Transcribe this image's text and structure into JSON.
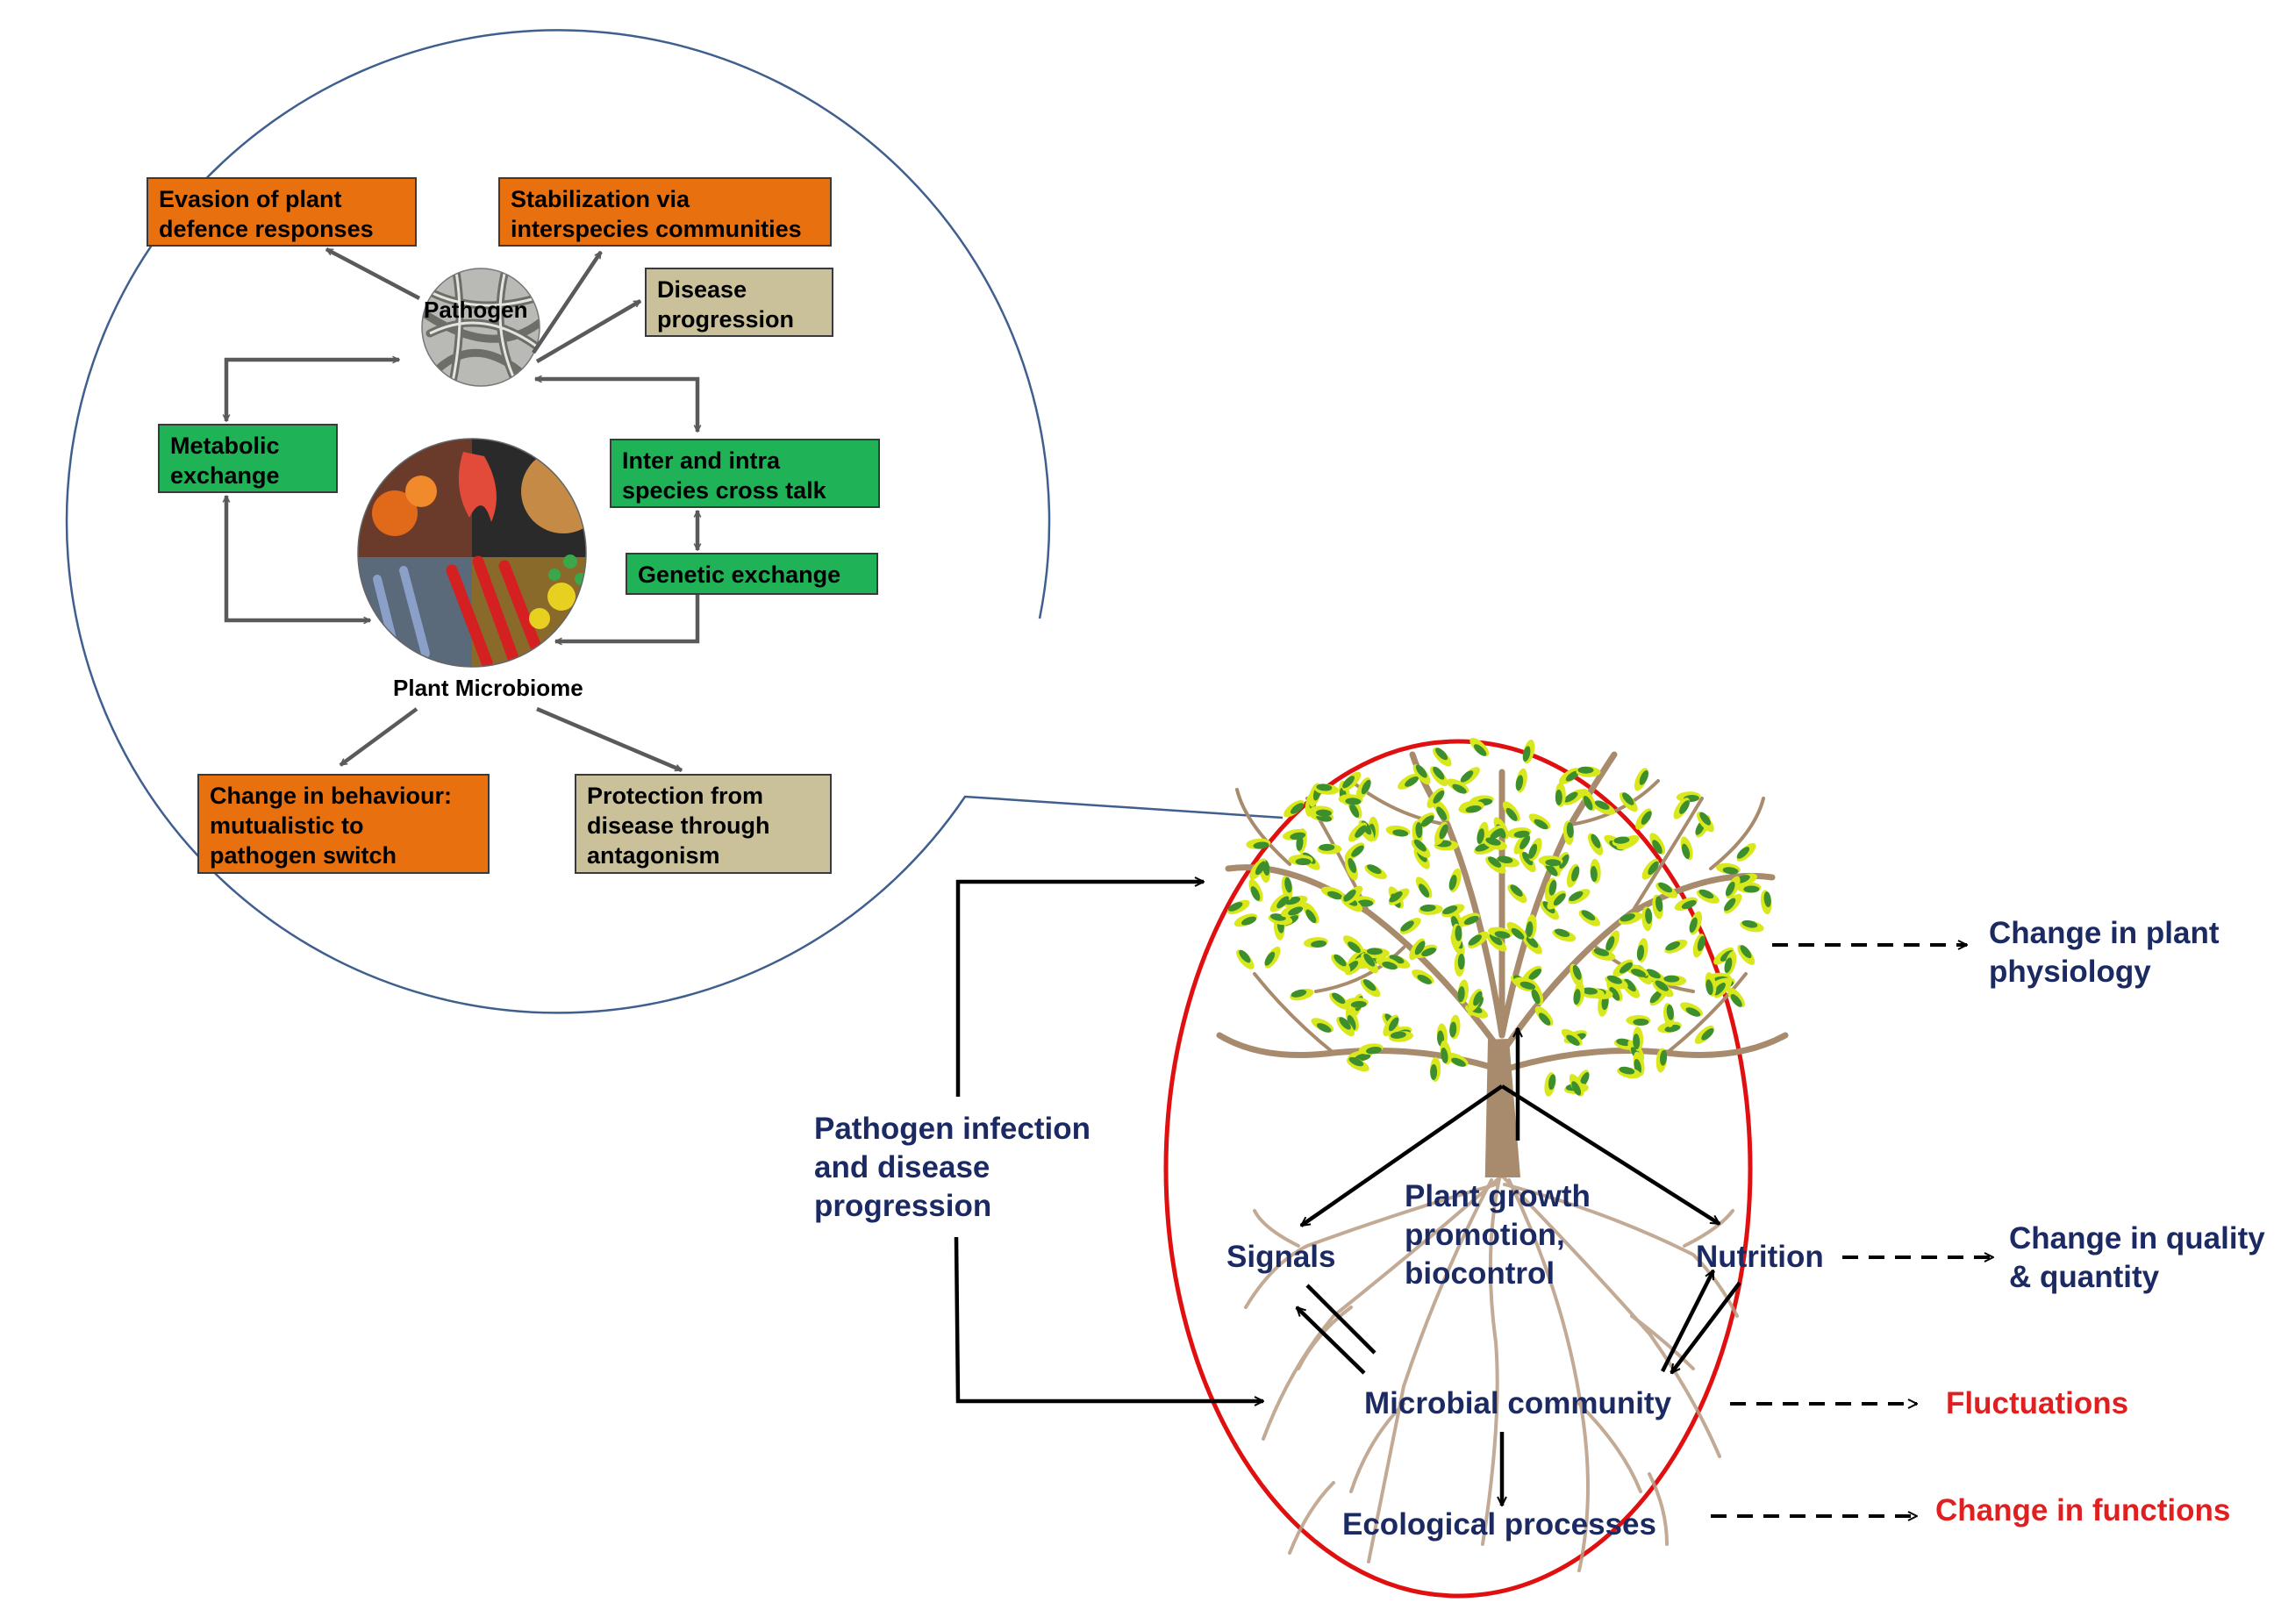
{
  "inset": {
    "pathogen_label": "Pathogen",
    "microbiome_label": "Plant Microbiome",
    "boxes": {
      "evasion": "Evasion of plant\ndefence responses",
      "stabilization": "Stabilization via\ninterspecies communities",
      "disease_progression": "Disease\nprogression",
      "metabolic": "Metabolic\nexchange",
      "cross_talk": "Inter and intra\nspecies cross talk",
      "genetic": "Genetic exchange",
      "behaviour": "Change in behaviour:\nmutualistic to\npathogen switch",
      "protection": "Protection from\ndisease through\nantagonism"
    }
  },
  "main": {
    "infection_label": "Pathogen infection\nand disease\nprogression",
    "signals": "Signals",
    "growth": "Plant  growth\npromotion,\nbiocontrol",
    "nutrition": "Nutrition",
    "microbial": "Microbial community",
    "ecological": "Ecological processes",
    "outcomes": {
      "physiology": "Change in plant\nphysiology",
      "quality": "Change in quality\n& quantity",
      "fluctuations": "Fluctuations",
      "functions": "Change in functions"
    }
  },
  "colors": {
    "orange_box": "#e8700f",
    "green_box": "#1fb256",
    "tan_box": "#cac19a",
    "navy_text": "#1c2a63",
    "red_text": "#e02020",
    "ellipse_stroke": "#e01010"
  }
}
